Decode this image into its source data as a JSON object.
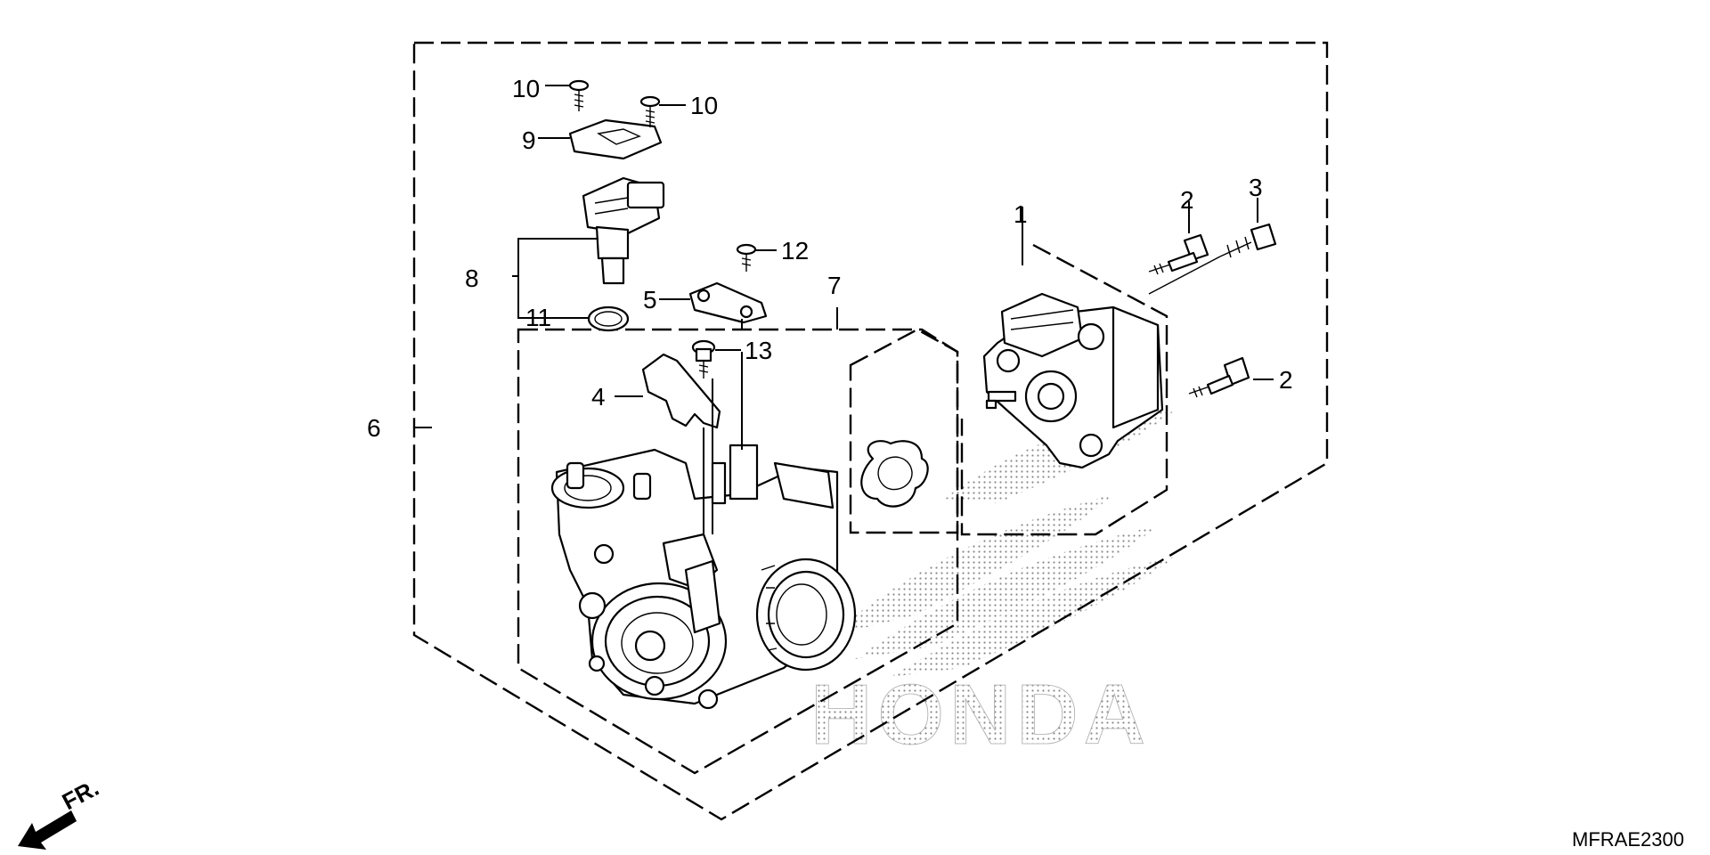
{
  "diagram": {
    "code": "MFRAE2300",
    "direction_label": "FR.",
    "watermark": "HONDA",
    "callouts": {
      "c1": "1",
      "c2a": "2",
      "c2b": "2",
      "c3": "3",
      "c4": "4",
      "c5": "5",
      "c6": "6",
      "c7": "7",
      "c8": "8",
      "c9": "9",
      "c10a": "10",
      "c10b": "10",
      "c11": "11",
      "c12": "12",
      "c13": "13"
    },
    "icons": {
      "throttle_body": "throttle-body-icon",
      "sensor_unit": "throttle-position-sensor-icon",
      "map_sensor": "map-sensor-icon",
      "gasket": "gasket-icon",
      "bolts": "screw-icon",
      "arrow": "front-direction-arrow-icon"
    }
  }
}
